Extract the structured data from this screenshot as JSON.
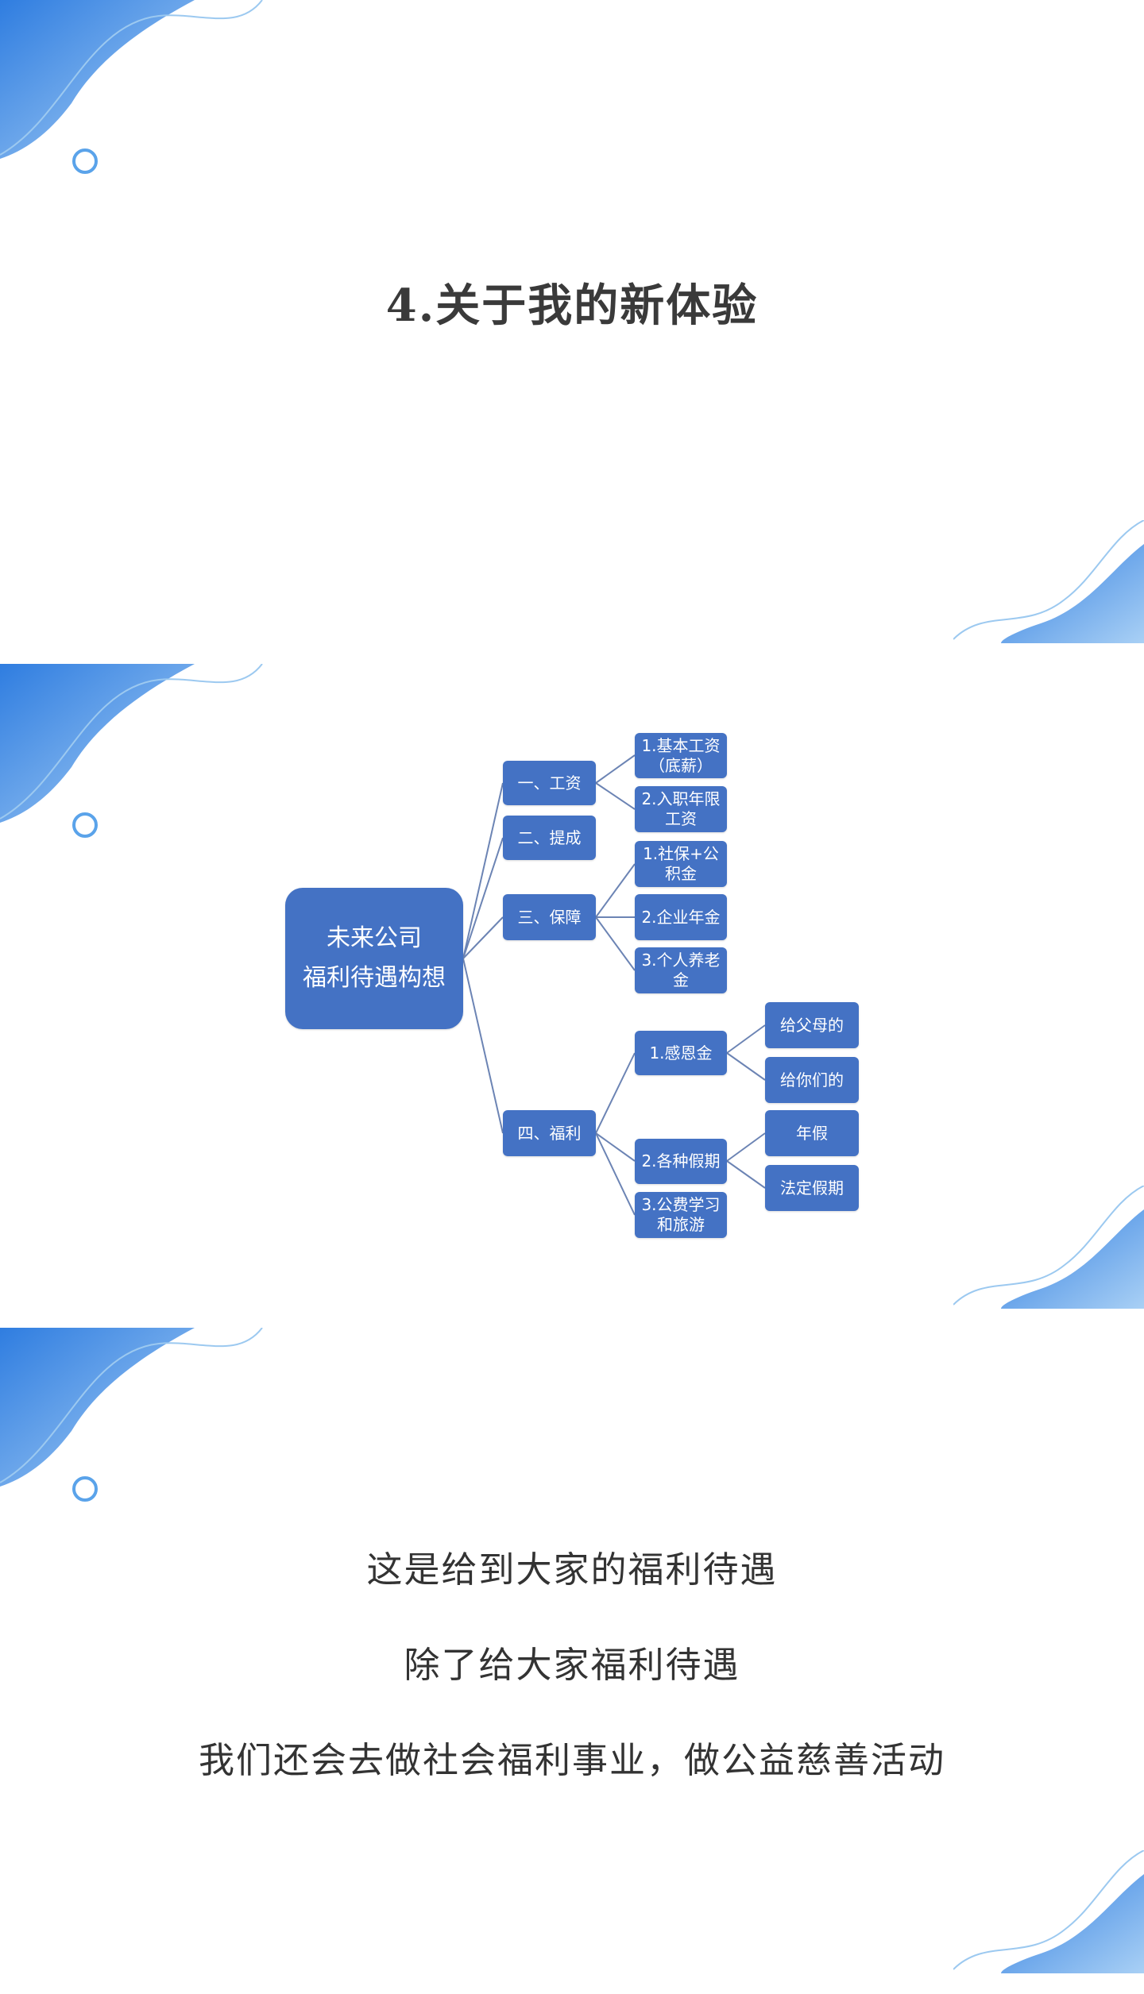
{
  "slide1": {
    "title": "4.关于我的新体验"
  },
  "mindmap": {
    "root": "未来公司\n福利待遇构想",
    "l1": [
      "一、工资",
      "二、提成",
      "三、保障",
      "四、福利"
    ],
    "l2": [
      "1.基本工资（底薪）",
      "2.入职年限工资",
      "1.社保+公积金",
      "2.企业年金",
      "3.个人养老金",
      "1.感恩金",
      "2.各种假期",
      "3.公费学习和旅游"
    ],
    "l3": [
      "给父母的",
      "给你们的",
      "年假",
      "法定假期"
    ]
  },
  "slide3": {
    "lines": [
      "这是给到大家的福利待遇",
      "除了给大家福利待遇",
      "我们还会去做社会福利事业，做公益慈善活动"
    ]
  },
  "colors": {
    "node": "#4472c4",
    "connector": "#6c84b4",
    "accent": "#4a8fe0"
  }
}
